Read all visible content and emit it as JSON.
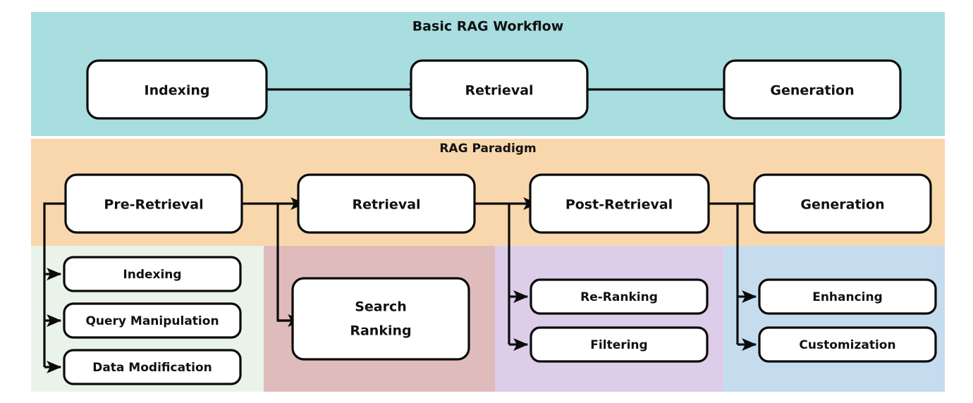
{
  "figure": {
    "background": "#ffffff",
    "node_fill": "#ffffff",
    "node_stroke": "#0b0b0b",
    "text_color": "#111111"
  },
  "bands": {
    "basic": {
      "title": "Basic RAG Workflow",
      "color": "#a8dee0"
    },
    "paradigm": {
      "title": "RAG Paradigm",
      "color": "#f9d7ad"
    }
  },
  "columns": {
    "pre_retrieval": {
      "color": "#eaf3ea"
    },
    "retrieval": {
      "color": "#dfbcbb"
    },
    "post_retrieval": {
      "color": "#ddcde9"
    },
    "generation": {
      "color": "#c5dcef"
    }
  },
  "basic_workflow": {
    "nodes": [
      {
        "label": "Indexing"
      },
      {
        "label": "Retrieval"
      },
      {
        "label": "Generation"
      }
    ]
  },
  "paradigm_stages": {
    "nodes": [
      {
        "label": "Pre-Retrieval"
      },
      {
        "label": "Retrieval"
      },
      {
        "label": "Post-Retrieval"
      },
      {
        "label": "Generation"
      }
    ]
  },
  "substeps": {
    "pre_retrieval": [
      {
        "label": "Indexing"
      },
      {
        "label": "Query Manipulation"
      },
      {
        "label": "Data Modification"
      }
    ],
    "retrieval": [
      {
        "label_line1": "Search",
        "label_line2": "Ranking"
      }
    ],
    "post_retrieval": [
      {
        "label": "Re-Ranking"
      },
      {
        "label": "Filtering"
      }
    ],
    "generation": [
      {
        "label": "Enhancing"
      },
      {
        "label": "Customization"
      }
    ]
  }
}
